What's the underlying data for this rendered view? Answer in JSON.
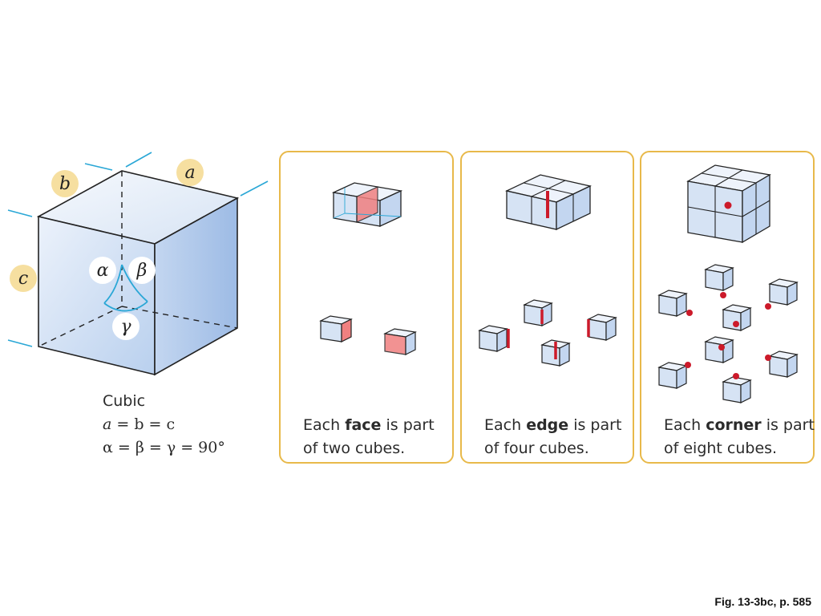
{
  "main_cube": {
    "label_a": "a",
    "label_b": "b",
    "label_c": "c",
    "alpha": "α",
    "beta": "β",
    "gamma": "γ",
    "colors": {
      "face": "#c6d8ef",
      "edge": "#222222",
      "axis": "#2aa7d6",
      "bubble": "#f6dfa0"
    }
  },
  "caption": {
    "title": "Cubic",
    "eq1_a": "a",
    "eq1_rest": "= b = c",
    "eq1_b": "b",
    "eq1_c": "c",
    "eq2": "α = β = γ = 90°"
  },
  "panels": [
    {
      "pre": "Each ",
      "bold": "face",
      "post": " is part",
      "line2": "of two cubes."
    },
    {
      "pre": "Each ",
      "bold": "edge",
      "post": " is part",
      "line2": "of four cubes."
    },
    {
      "pre": "Each ",
      "bold": "corner",
      "post": " is part",
      "line2": "of eight cubes."
    }
  ],
  "highlight_color": "#cc1a2a",
  "figure_ref": "Fig. 13-3bc, p. 585"
}
